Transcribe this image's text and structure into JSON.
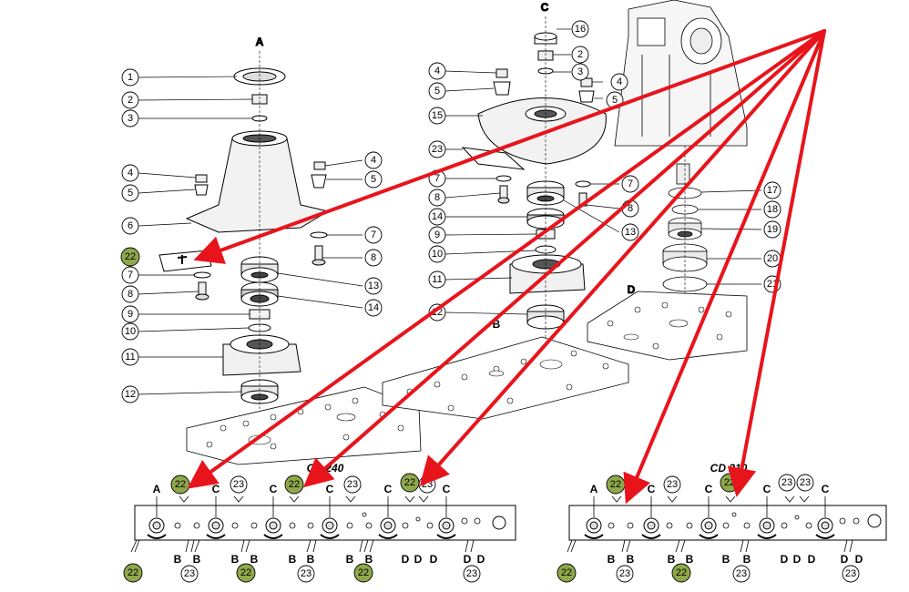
{
  "assembly_labels": {
    "A": "A",
    "B": "B",
    "C": "C",
    "D": "D"
  },
  "model_labels": [
    "CD 240",
    "CD 210"
  ],
  "callouts": {
    "c1": "1",
    "c2": "2",
    "c3": "3",
    "c4": "4",
    "c5": "5",
    "c6": "6",
    "c7": "7",
    "c8": "8",
    "c9": "9",
    "c10": "10",
    "c11": "11",
    "c12": "12",
    "c13": "13",
    "c14": "14",
    "c15": "15",
    "c16": "16",
    "c17": "17",
    "c18": "18",
    "c19": "19",
    "c20": "20",
    "c21": "21",
    "c22": "22",
    "c23": "23"
  },
  "colors": {
    "arrow": "#e8141c",
    "highlight": "#8fa84a",
    "line": "#000000"
  }
}
